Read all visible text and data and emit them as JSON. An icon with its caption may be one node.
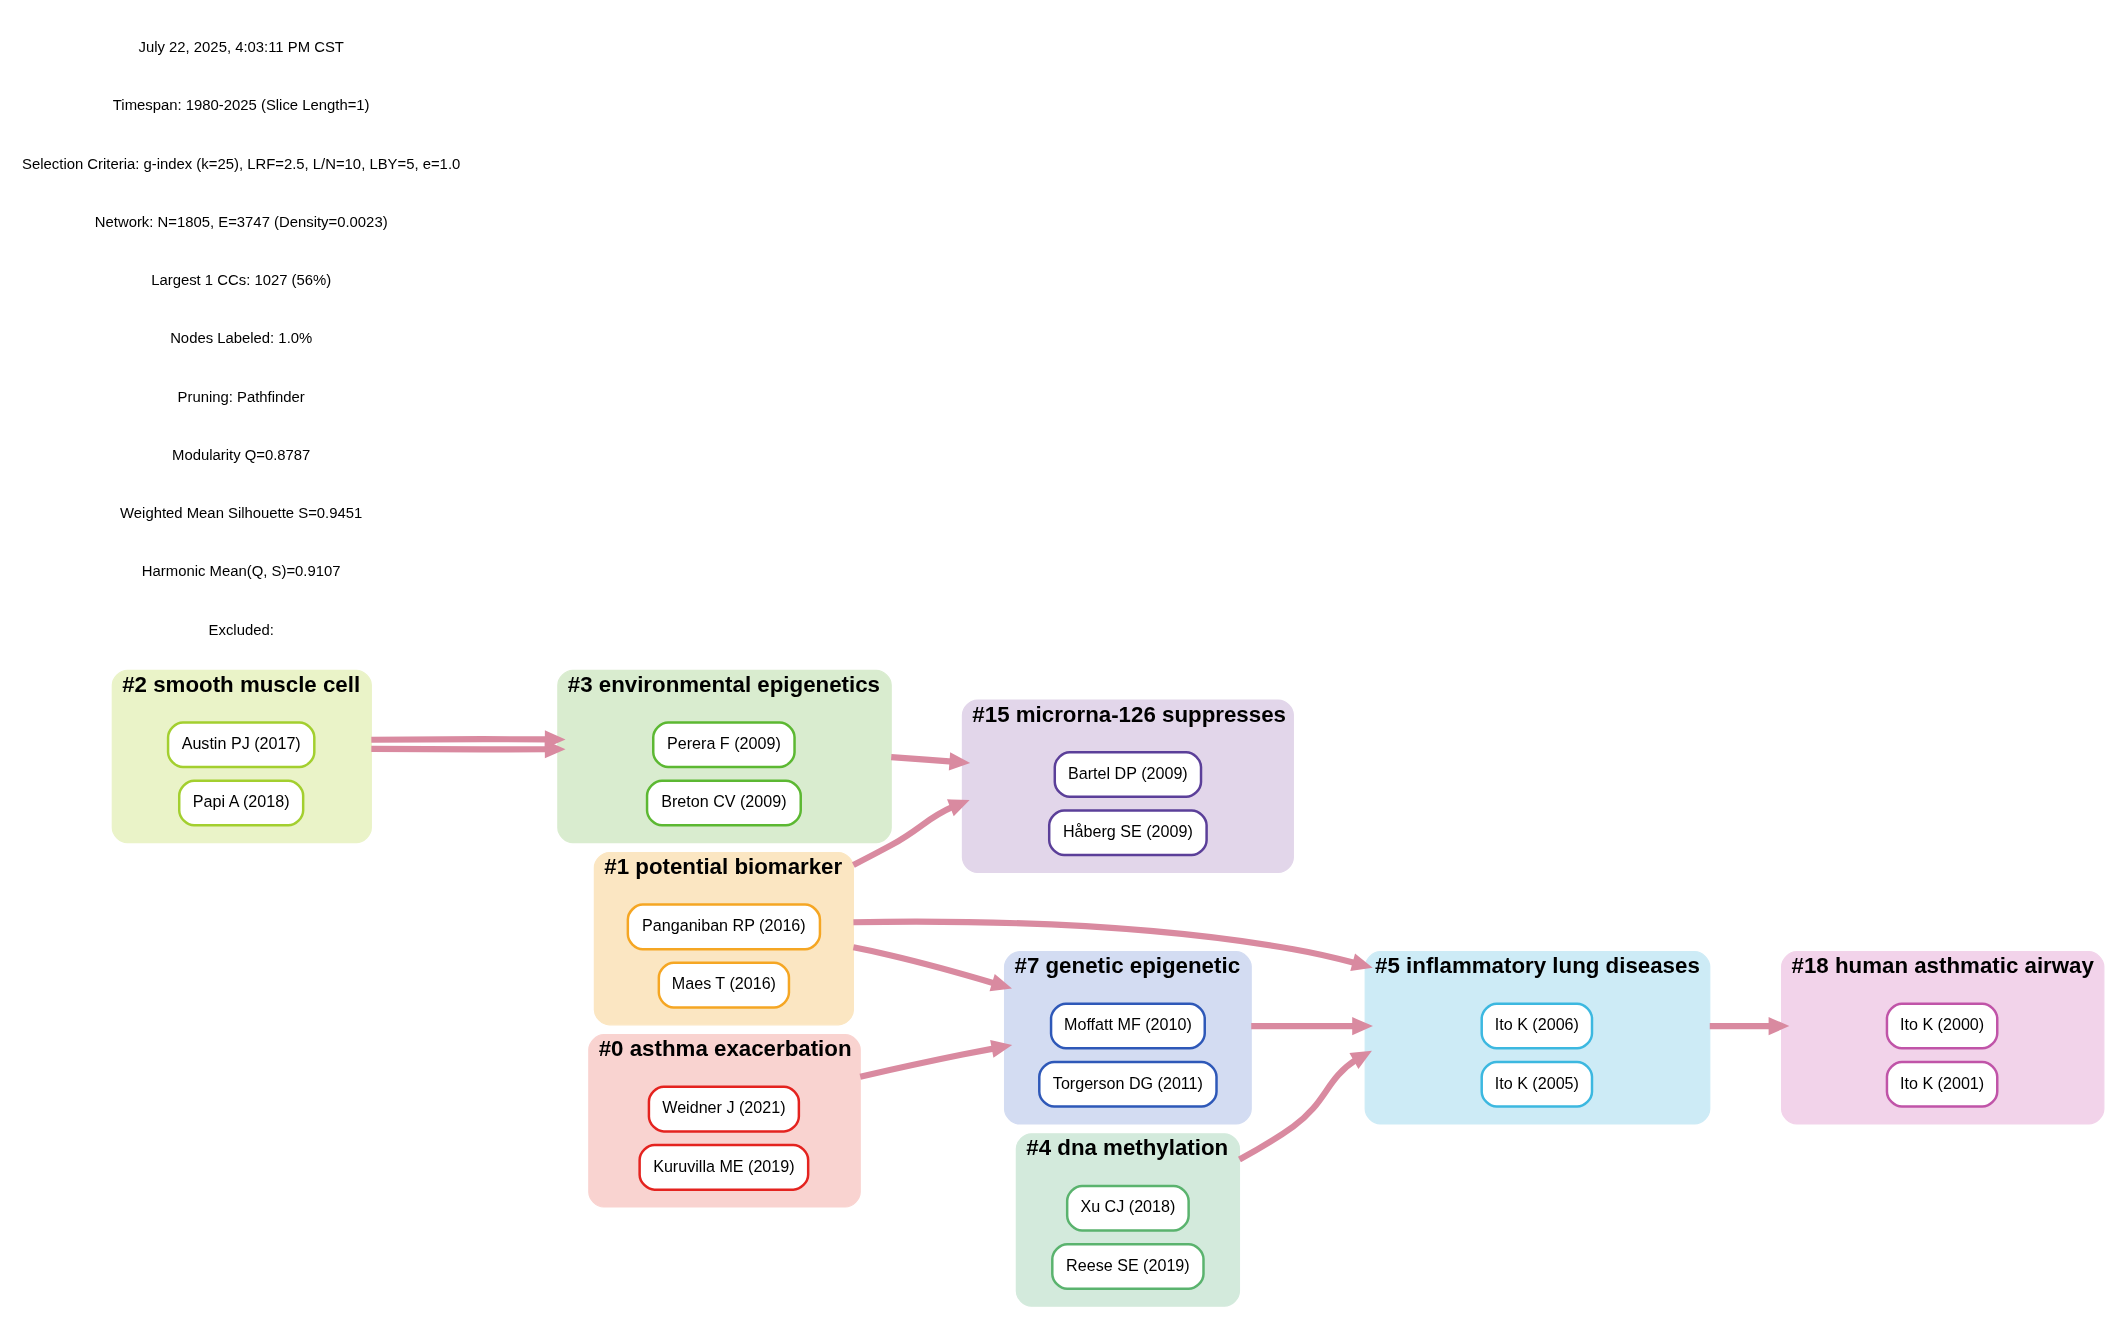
{
  "diagram": {
    "nodes": [
      {
        "text": [
          "#1 potential biomarker"
        ]
      },
      {
        "text": [
          "Panganiban RP (2016)"
        ],
        "in": 0
      },
      {
        "text": [
          "Maes T (2016)"
        ],
        "in": 0
      },
      {
        "text": [
          "#15 microrna-126 suppresses"
        ]
      },
      {
        "text": [
          "Bartel DP (2009)"
        ],
        "in": 3
      },
      {
        "text": [
          "Håberg SE (2009)"
        ],
        "in": 3
      },
      {
        "text": [
          "#5 inflammatory lung diseases"
        ]
      },
      {
        "text": [
          "Ito K (2006)"
        ],
        "in": 6
      },
      {
        "text": [
          "Ito K (2005)"
        ],
        "in": 6
      },
      {
        "text": [
          "#2 smooth muscle cell"
        ]
      },
      {
        "text": [
          "Austin PJ (2017)"
        ],
        "in": 9
      },
      {
        "text": [
          "Papi A (2018)"
        ],
        "in": 9
      },
      {
        "text": [
          "#0 asthma exacerbation"
        ]
      },
      {
        "text": [
          "Weidner J (2021)"
        ],
        "in": 12
      },
      {
        "text": [
          "Kuruvilla ME (2019)"
        ],
        "in": 12
      },
      {
        "text": [
          "#3 environmental epigenetics"
        ]
      },
      {
        "text": [
          "Perera F (2009)"
        ],
        "in": 15
      },
      {
        "text": [
          "Breton CV (2009)"
        ],
        "in": 15
      },
      {
        "text": [
          "#18 human asthmatic airway"
        ]
      },
      {
        "text": [
          "Ito K (2000)"
        ],
        "in": 18
      },
      {
        "text": [
          "Ito K (2001)"
        ],
        "in": 18
      },
      {
        "text": [
          "#7 genetic epigenetic"
        ]
      },
      {
        "text": [
          "Moffatt MF (2010)"
        ],
        "in": 21
      },
      {
        "text": [
          "Torgerson DG (2011)"
        ],
        "in": 21
      },
      {
        "text": [
          "#4 dna methylation"
        ]
      },
      {
        "text": [
          "Xu CJ (2018)"
        ],
        "in": 24
      },
      {
        "text": [
          "Reese SE (2019)"
        ],
        "in": 24
      }
    ],
    "edges": [
      {
        "from": 0,
        "to": 3,
        "arrow": "to"
      },
      {
        "from": 0,
        "to": 6,
        "arrow": "to"
      },
      {
        "from": 0,
        "to": 21,
        "arrow": "to"
      },
      {
        "from": 9,
        "to": 15,
        "arrow": "to"
      },
      {
        "from": 9,
        "to": 15,
        "arrow": "to"
      },
      {
        "from": 12,
        "to": 21,
        "arrow": "to"
      },
      {
        "from": 24,
        "to": 6,
        "arrow": "to"
      },
      {
        "from": 21,
        "to": 6,
        "arrow": "to"
      },
      {
        "from": 15,
        "to": 3,
        "arrow": "to"
      },
      {
        "from": 6,
        "to": 18,
        "arrow": "to"
      }
    ],
    "labels": [
      "July 22, 2025, 4:03:11 PM CST",
      "Timespan: 1980-2025 (Slice Length=1)",
      "Selection Criteria: g-index (k=25), LRF=2.5, L/N=10, LBY=5, e=1.0",
      "Network: N=1805, E=3747 (Density=0.0023)",
      "Largest 1 CCs: 1027 (56%)",
      "Nodes Labeled: 1.0%",
      "Pruning: Pathfinder",
      "Modularity Q=0.8787",
      "Weighted Mean Silhouette S=0.9451",
      "Harmonic Mean(Q, S)=0.9107",
      "Excluded:"
    ]
  }
}
